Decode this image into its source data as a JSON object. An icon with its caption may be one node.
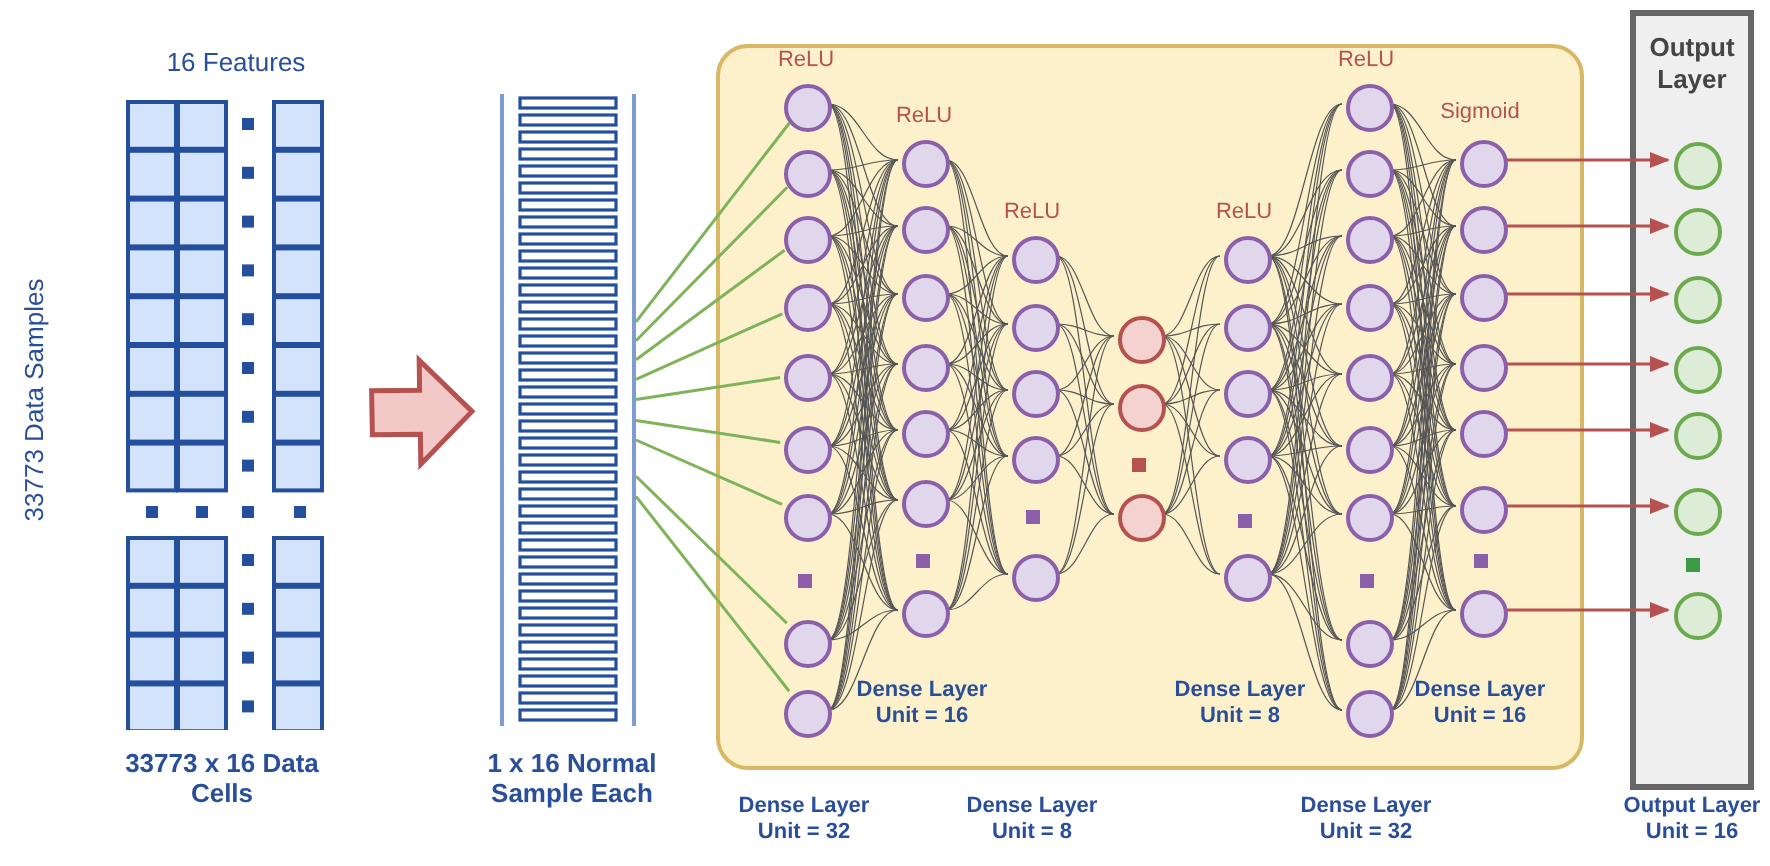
{
  "diagram": {
    "nodes": [
      {
        "text": [],
        "shape": "picture",
        "beside": [
          "16 Features",
          "33773 Data Samples",
          "33773 x 16 Data Cells"
        ]
      },
      {
        "text": [],
        "shape": "bar",
        "beside": [
          "1 x 16 Normal Sample Each"
        ]
      },
      {
        "text": [],
        "shape": "box"
      },
      {
        "text": [],
        "shape": "circle",
        "in": 2
      },
      {
        "text": [],
        "shape": "circle",
        "in": 2
      },
      {
        "text": [],
        "shape": "circle",
        "in": 2
      },
      {
        "text": [],
        "shape": "circle",
        "in": 2
      },
      {
        "text": [],
        "shape": "circle",
        "in": 2
      },
      {
        "text": [],
        "shape": "circle",
        "in": 2
      },
      {
        "text": [],
        "shape": "circle",
        "in": 2
      },
      {
        "text": [],
        "shape": "circle",
        "in": 2
      },
      {
        "text": [],
        "shape": "circle",
        "in": 2
      },
      {
        "text": [],
        "shape": "circle",
        "in": 2
      },
      {
        "text": [],
        "shape": "circle",
        "in": 2
      },
      {
        "text": [],
        "shape": "circle",
        "in": 2
      },
      {
        "text": [],
        "shape": "circle",
        "in": 2
      },
      {
        "text": [],
        "shape": "circle",
        "in": 2
      },
      {
        "text": [],
        "shape": "circle",
        "in": 2
      },
      {
        "text": [],
        "shape": "circle",
        "in": 2
      },
      {
        "text": [],
        "shape": "circle",
        "in": 2
      },
      {
        "text": [],
        "shape": "circle",
        "in": 2
      },
      {
        "text": [],
        "shape": "circle",
        "in": 2
      },
      {
        "text": [],
        "shape": "circle",
        "in": 2
      },
      {
        "text": [],
        "shape": "circle",
        "in": 2
      },
      {
        "text": [],
        "shape": "circle",
        "in": 2
      },
      {
        "text": [],
        "shape": "circle",
        "in": 2
      },
      {
        "text": [],
        "shape": "circle",
        "in": 2
      },
      {
        "text": [],
        "shape": "circle",
        "in": 2
      },
      {
        "text": [],
        "shape": "circle",
        "in": 2
      },
      {
        "text": [],
        "shape": "circle",
        "in": 2
      },
      {
        "text": [],
        "shape": "circle",
        "in": 2
      },
      {
        "text": [],
        "shape": "circle",
        "in": 2
      },
      {
        "text": [],
        "shape": "circle",
        "in": 2
      },
      {
        "text": [],
        "shape": "circle",
        "in": 2
      },
      {
        "text": [],
        "shape": "circle",
        "in": 2
      },
      {
        "text": [],
        "shape": "circle",
        "in": 2
      },
      {
        "text": [],
        "shape": "circle",
        "in": 2
      },
      {
        "text": [],
        "shape": "circle",
        "in": 2
      },
      {
        "text": [],
        "shape": "circle",
        "in": 2
      },
      {
        "text": [],
        "shape": "circle",
        "in": 2
      },
      {
        "text": [],
        "shape": "circle",
        "in": 2
      },
      {
        "text": [],
        "shape": "circle",
        "in": 2
      },
      {
        "text": [],
        "shape": "circle",
        "in": 2
      },
      {
        "text": [],
        "shape": "circle",
        "in": 2
      },
      {
        "text": [],
        "shape": "circle",
        "in": 2
      },
      {
        "text": [],
        "shape": "circle",
        "in": 2
      },
      {
        "text": [],
        "shape": "circle",
        "in": 2
      },
      {
        "text": [],
        "shape": "circle",
        "in": 2
      },
      {
        "text": [
          "Output Layer"
        ]
      },
      {
        "text": [],
        "shape": "circle",
        "in": 48
      },
      {
        "text": [],
        "shape": "circle",
        "in": 48
      },
      {
        "text": [],
        "shape": "circle",
        "in": 48
      },
      {
        "text": [],
        "shape": "circle",
        "in": 48
      },
      {
        "text": [],
        "shape": "circle",
        "in": 48
      },
      {
        "text": [],
        "shape": "circle",
        "in": 48
      },
      {
        "text": [],
        "shape": "circle",
        "in": 48
      }
    ],
    "edges": [
      {
        "from": 0,
        "to": 1,
        "arrow": "to",
        "style": "thick",
        "color": "#b5524f"
      },
      {
        "from": 1,
        "to": 3,
        "arrow": "none",
        "color": "#7fb35a"
      },
      {
        "from": 1,
        "to": 4,
        "arrow": "none",
        "color": "#7fb35a"
      },
      {
        "from": 1,
        "to": 5,
        "arrow": "none",
        "color": "#7fb35a"
      },
      {
        "from": 1,
        "to": 6,
        "arrow": "none",
        "color": "#7fb35a"
      },
      {
        "from": 1,
        "to": 7,
        "arrow": "none",
        "color": "#7fb35a"
      },
      {
        "from": 1,
        "to": 8,
        "arrow": "none",
        "color": "#7fb35a"
      },
      {
        "from": 1,
        "to": 9,
        "arrow": "none",
        "color": "#7fb35a"
      },
      {
        "from": 1,
        "to": 10,
        "arrow": "none",
        "color": "#7fb35a"
      },
      {
        "from": 1,
        "to": 11,
        "arrow": "none",
        "color": "#7fb35a"
      },
      {
        "from": 3,
        "to": 12,
        "arrow": "none"
      },
      {
        "from": 3,
        "to": 13,
        "arrow": "none"
      },
      {
        "from": 3,
        "to": 14,
        "arrow": "none"
      },
      {
        "from": 3,
        "to": 15,
        "arrow": "none"
      },
      {
        "from": 3,
        "to": 16,
        "arrow": "none"
      },
      {
        "from": 3,
        "to": 17,
        "arrow": "none"
      },
      {
        "from": 3,
        "to": 18,
        "arrow": "none"
      },
      {
        "from": 4,
        "to": 12,
        "arrow": "none"
      },
      {
        "from": 4,
        "to": 13,
        "arrow": "none"
      },
      {
        "from": 4,
        "to": 14,
        "arrow": "none"
      },
      {
        "from": 4,
        "to": 15,
        "arrow": "none"
      },
      {
        "from": 4,
        "to": 16,
        "arrow": "none"
      },
      {
        "from": 4,
        "to": 17,
        "arrow": "none"
      },
      {
        "from": 4,
        "to": 18,
        "arrow": "none"
      },
      {
        "from": 5,
        "to": 12,
        "arrow": "none"
      },
      {
        "from": 5,
        "to": 13,
        "arrow": "none"
      },
      {
        "from": 5,
        "to": 14,
        "arrow": "none"
      },
      {
        "from": 5,
        "to": 15,
        "arrow": "none"
      },
      {
        "from": 5,
        "to": 16,
        "arrow": "none"
      },
      {
        "from": 5,
        "to": 17,
        "arrow": "none"
      },
      {
        "from": 5,
        "to": 18,
        "arrow": "none"
      },
      {
        "from": 6,
        "to": 12,
        "arrow": "none"
      },
      {
        "from": 6,
        "to": 13,
        "arrow": "none"
      },
      {
        "from": 6,
        "to": 14,
        "arrow": "none"
      },
      {
        "from": 6,
        "to": 15,
        "arrow": "none"
      },
      {
        "from": 6,
        "to": 16,
        "arrow": "none"
      },
      {
        "from": 6,
        "to": 17,
        "arrow": "none"
      },
      {
        "from": 6,
        "to": 18,
        "arrow": "none"
      },
      {
        "from": 7,
        "to": 12,
        "arrow": "none"
      },
      {
        "from": 7,
        "to": 13,
        "arrow": "none"
      },
      {
        "from": 7,
        "to": 14,
        "arrow": "none"
      },
      {
        "from": 7,
        "to": 15,
        "arrow": "none"
      },
      {
        "from": 7,
        "to": 16,
        "arrow": "none"
      },
      {
        "from": 7,
        "to": 17,
        "arrow": "none"
      },
      {
        "from": 7,
        "to": 18,
        "arrow": "none"
      },
      {
        "from": 8,
        "to": 12,
        "arrow": "none"
      },
      {
        "from": 8,
        "to": 13,
        "arrow": "none"
      },
      {
        "from": 8,
        "to": 14,
        "arrow": "none"
      },
      {
        "from": 8,
        "to": 15,
        "arrow": "none"
      },
      {
        "from": 8,
        "to": 16,
        "arrow": "none"
      },
      {
        "from": 8,
        "to": 17,
        "arrow": "none"
      },
      {
        "from": 8,
        "to": 18,
        "arrow": "none"
      },
      {
        "from": 9,
        "to": 12,
        "arrow": "none"
      },
      {
        "from": 9,
        "to": 13,
        "arrow": "none"
      },
      {
        "from": 9,
        "to": 14,
        "arrow": "none"
      },
      {
        "from": 9,
        "to": 15,
        "arrow": "none"
      },
      {
        "from": 9,
        "to": 16,
        "arrow": "none"
      },
      {
        "from": 9,
        "to": 17,
        "arrow": "none"
      },
      {
        "from": 9,
        "to": 18,
        "arrow": "none"
      },
      {
        "from": 10,
        "to": 12,
        "arrow": "none"
      },
      {
        "from": 10,
        "to": 13,
        "arrow": "none"
      },
      {
        "from": 10,
        "to": 14,
        "arrow": "none"
      },
      {
        "from": 10,
        "to": 15,
        "arrow": "none"
      },
      {
        "from": 10,
        "to": 16,
        "arrow": "none"
      },
      {
        "from": 10,
        "to": 17,
        "arrow": "none"
      },
      {
        "from": 10,
        "to": 18,
        "arrow": "none"
      },
      {
        "from": 11,
        "to": 12,
        "arrow": "none"
      },
      {
        "from": 11,
        "to": 13,
        "arrow": "none"
      },
      {
        "from": 11,
        "to": 14,
        "arrow": "none"
      },
      {
        "from": 11,
        "to": 15,
        "arrow": "none"
      },
      {
        "from": 11,
        "to": 16,
        "arrow": "none"
      },
      {
        "from": 11,
        "to": 17,
        "arrow": "none"
      },
      {
        "from": 11,
        "to": 18,
        "arrow": "none"
      },
      {
        "from": 12,
        "to": 19,
        "arrow": "none"
      },
      {
        "from": 12,
        "to": 20,
        "arrow": "none"
      },
      {
        "from": 12,
        "to": 21,
        "arrow": "none"
      },
      {
        "from": 12,
        "to": 22,
        "arrow": "none"
      },
      {
        "from": 12,
        "to": 23,
        "arrow": "none"
      },
      {
        "from": 13,
        "to": 19,
        "arrow": "none"
      },
      {
        "from": 13,
        "to": 20,
        "arrow": "none"
      },
      {
        "from": 13,
        "to": 21,
        "arrow": "none"
      },
      {
        "from": 13,
        "to": 22,
        "arrow": "none"
      },
      {
        "from": 13,
        "to": 23,
        "arrow": "none"
      },
      {
        "from": 14,
        "to": 19,
        "arrow": "none"
      },
      {
        "from": 14,
        "to": 20,
        "arrow": "none"
      },
      {
        "from": 14,
        "to": 21,
        "arrow": "none"
      },
      {
        "from": 14,
        "to": 22,
        "arrow": "none"
      },
      {
        "from": 14,
        "to": 23,
        "arrow": "none"
      },
      {
        "from": 15,
        "to": 19,
        "arrow": "none"
      },
      {
        "from": 15,
        "to": 20,
        "arrow": "none"
      },
      {
        "from": 15,
        "to": 21,
        "arrow": "none"
      },
      {
        "from": 15,
        "to": 22,
        "arrow": "none"
      },
      {
        "from": 15,
        "to": 23,
        "arrow": "none"
      },
      {
        "from": 16,
        "to": 19,
        "arrow": "none"
      },
      {
        "from": 16,
        "to": 20,
        "arrow": "none"
      },
      {
        "from": 16,
        "to": 21,
        "arrow": "none"
      },
      {
        "from": 16,
        "to": 22,
        "arrow": "none"
      },
      {
        "from": 16,
        "to": 23,
        "arrow": "none"
      },
      {
        "from": 17,
        "to": 19,
        "arrow": "none"
      },
      {
        "from": 17,
        "to": 20,
        "arrow": "none"
      },
      {
        "from": 17,
        "to": 21,
        "arrow": "none"
      },
      {
        "from": 17,
        "to": 22,
        "arrow": "none"
      },
      {
        "from": 17,
        "to": 23,
        "arrow": "none"
      },
      {
        "from": 18,
        "to": 19,
        "arrow": "none"
      },
      {
        "from": 18,
        "to": 20,
        "arrow": "none"
      },
      {
        "from": 18,
        "to": 21,
        "arrow": "none"
      },
      {
        "from": 18,
        "to": 22,
        "arrow": "none"
      },
      {
        "from": 18,
        "to": 23,
        "arrow": "none"
      },
      {
        "from": 19,
        "to": 24,
        "arrow": "none"
      },
      {
        "from": 19,
        "to": 25,
        "arrow": "none"
      },
      {
        "from": 19,
        "to": 26,
        "arrow": "none"
      },
      {
        "from": 20,
        "to": 24,
        "arrow": "none"
      },
      {
        "from": 20,
        "to": 25,
        "arrow": "none"
      },
      {
        "from": 20,
        "to": 26,
        "arrow": "none"
      },
      {
        "from": 21,
        "to": 24,
        "arrow": "none"
      },
      {
        "from": 21,
        "to": 25,
        "arrow": "none"
      },
      {
        "from": 21,
        "to": 26,
        "arrow": "none"
      },
      {
        "from": 22,
        "to": 24,
        "arrow": "none"
      },
      {
        "from": 22,
        "to": 25,
        "arrow": "none"
      },
      {
        "from": 22,
        "to": 26,
        "arrow": "none"
      },
      {
        "from": 23,
        "to": 24,
        "arrow": "none"
      },
      {
        "from": 23,
        "to": 25,
        "arrow": "none"
      },
      {
        "from": 23,
        "to": 26,
        "arrow": "none"
      },
      {
        "from": 24,
        "to": 27,
        "arrow": "none"
      },
      {
        "from": 24,
        "to": 28,
        "arrow": "none"
      },
      {
        "from": 24,
        "to": 29,
        "arrow": "none"
      },
      {
        "from": 24,
        "to": 30,
        "arrow": "none"
      },
      {
        "from": 24,
        "to": 31,
        "arrow": "none"
      },
      {
        "from": 25,
        "to": 27,
        "arrow": "none"
      },
      {
        "from": 25,
        "to": 28,
        "arrow": "none"
      },
      {
        "from": 25,
        "to": 29,
        "arrow": "none"
      },
      {
        "from": 25,
        "to": 30,
        "arrow": "none"
      },
      {
        "from": 25,
        "to": 31,
        "arrow": "none"
      },
      {
        "from": 26,
        "to": 27,
        "arrow": "none"
      },
      {
        "from": 26,
        "to": 28,
        "arrow": "none"
      },
      {
        "from": 26,
        "to": 29,
        "arrow": "none"
      },
      {
        "from": 26,
        "to": 30,
        "arrow": "none"
      },
      {
        "from": 26,
        "to": 31,
        "arrow": "none"
      },
      {
        "from": 27,
        "to": 32,
        "arrow": "none"
      },
      {
        "from": 27,
        "to": 33,
        "arrow": "none"
      },
      {
        "from": 27,
        "to": 34,
        "arrow": "none"
      },
      {
        "from": 27,
        "to": 35,
        "arrow": "none"
      },
      {
        "from": 27,
        "to": 36,
        "arrow": "none"
      },
      {
        "from": 27,
        "to": 37,
        "arrow": "none"
      },
      {
        "from": 27,
        "to": 38,
        "arrow": "none"
      },
      {
        "from": 27,
        "to": 39,
        "arrow": "none"
      },
      {
        "from": 27,
        "to": 40,
        "arrow": "none"
      },
      {
        "from": 28,
        "to": 32,
        "arrow": "none"
      },
      {
        "from": 28,
        "to": 33,
        "arrow": "none"
      },
      {
        "from": 28,
        "to": 34,
        "arrow": "none"
      },
      {
        "from": 28,
        "to": 35,
        "arrow": "none"
      },
      {
        "from": 28,
        "to": 36,
        "arrow": "none"
      },
      {
        "from": 28,
        "to": 37,
        "arrow": "none"
      },
      {
        "from": 28,
        "to": 38,
        "arrow": "none"
      },
      {
        "from": 28,
        "to": 39,
        "arrow": "none"
      },
      {
        "from": 28,
        "to": 40,
        "arrow": "none"
      },
      {
        "from": 29,
        "to": 32,
        "arrow": "none"
      },
      {
        "from": 29,
        "to": 33,
        "arrow": "none"
      },
      {
        "from": 29,
        "to": 34,
        "arrow": "none"
      },
      {
        "from": 29,
        "to": 35,
        "arrow": "none"
      },
      {
        "from": 29,
        "to": 36,
        "arrow": "none"
      },
      {
        "from": 29,
        "to": 37,
        "arrow": "none"
      },
      {
        "from": 29,
        "to": 38,
        "arrow": "none"
      },
      {
        "from": 29,
        "to": 39,
        "arrow": "none"
      },
      {
        "from": 29,
        "to": 40,
        "arrow": "none"
      },
      {
        "from": 30,
        "to": 32,
        "arrow": "none"
      },
      {
        "from": 30,
        "to": 33,
        "arrow": "none"
      },
      {
        "from": 30,
        "to": 34,
        "arrow": "none"
      },
      {
        "from": 30,
        "to": 35,
        "arrow": "none"
      },
      {
        "from": 30,
        "to": 36,
        "arrow": "none"
      },
      {
        "from": 30,
        "to": 37,
        "arrow": "none"
      },
      {
        "from": 30,
        "to": 38,
        "arrow": "none"
      },
      {
        "from": 30,
        "to": 39,
        "arrow": "none"
      },
      {
        "from": 30,
        "to": 40,
        "arrow": "none"
      },
      {
        "from": 31,
        "to": 32,
        "arrow": "none"
      },
      {
        "from": 31,
        "to": 33,
        "arrow": "none"
      },
      {
        "from": 31,
        "to": 34,
        "arrow": "none"
      },
      {
        "from": 31,
        "to": 35,
        "arrow": "none"
      },
      {
        "from": 31,
        "to": 36,
        "arrow": "none"
      },
      {
        "from": 31,
        "to": 37,
        "arrow": "none"
      },
      {
        "from": 31,
        "to": 38,
        "arrow": "none"
      },
      {
        "from": 31,
        "to": 39,
        "arrow": "none"
      },
      {
        "from": 31,
        "to": 40,
        "arrow": "none"
      },
      {
        "from": 32,
        "to": 41,
        "arrow": "none"
      },
      {
        "from": 32,
        "to": 42,
        "arrow": "none"
      },
      {
        "from": 32,
        "to": 43,
        "arrow": "none"
      },
      {
        "from": 32,
        "to": 44,
        "arrow": "none"
      },
      {
        "from": 32,
        "to": 45,
        "arrow": "none"
      },
      {
        "from": 32,
        "to": 46,
        "arrow": "none"
      },
      {
        "from": 32,
        "to": 47,
        "arrow": "none"
      },
      {
        "from": 33,
        "to": 41,
        "arrow": "none"
      },
      {
        "from": 33,
        "to": 42,
        "arrow": "none"
      },
      {
        "from": 33,
        "to": 43,
        "arrow": "none"
      },
      {
        "from": 33,
        "to": 44,
        "arrow": "none"
      },
      {
        "from": 33,
        "to": 45,
        "arrow": "none"
      },
      {
        "from": 33,
        "to": 46,
        "arrow": "none"
      },
      {
        "from": 33,
        "to": 47,
        "arrow": "none"
      },
      {
        "from": 34,
        "to": 41,
        "arrow": "none"
      },
      {
        "from": 34,
        "to": 42,
        "arrow": "none"
      },
      {
        "from": 34,
        "to": 43,
        "arrow": "none"
      },
      {
        "from": 34,
        "to": 44,
        "arrow": "none"
      },
      {
        "from": 34,
        "to": 45,
        "arrow": "none"
      },
      {
        "from": 34,
        "to": 46,
        "arrow": "none"
      },
      {
        "from": 34,
        "to": 47,
        "arrow": "none"
      },
      {
        "from": 35,
        "to": 41,
        "arrow": "none"
      },
      {
        "from": 35,
        "to": 42,
        "arrow": "none"
      },
      {
        "from": 35,
        "to": 43,
        "arrow": "none"
      },
      {
        "from": 35,
        "to": 44,
        "arrow": "none"
      },
      {
        "from": 35,
        "to": 45,
        "arrow": "none"
      },
      {
        "from": 35,
        "to": 46,
        "arrow": "none"
      },
      {
        "from": 35,
        "to": 47,
        "arrow": "none"
      },
      {
        "from": 36,
        "to": 41,
        "arrow": "none"
      },
      {
        "from": 36,
        "to": 42,
        "arrow": "none"
      },
      {
        "from": 36,
        "to": 43,
        "arrow": "none"
      },
      {
        "from": 36,
        "to": 44,
        "arrow": "none"
      },
      {
        "from": 36,
        "to": 45,
        "arrow": "none"
      },
      {
        "from": 36,
        "to": 46,
        "arrow": "none"
      },
      {
        "from": 36,
        "to": 47,
        "arrow": "none"
      },
      {
        "from": 37,
        "to": 41,
        "arrow": "none"
      },
      {
        "from": 37,
        "to": 42,
        "arrow": "none"
      },
      {
        "from": 37,
        "to": 43,
        "arrow": "none"
      },
      {
        "from": 37,
        "to": 44,
        "arrow": "none"
      },
      {
        "from": 37,
        "to": 45,
        "arrow": "none"
      },
      {
        "from": 37,
        "to": 46,
        "arrow": "none"
      },
      {
        "from": 37,
        "to": 47,
        "arrow": "none"
      },
      {
        "from": 38,
        "to": 41,
        "arrow": "none"
      },
      {
        "from": 38,
        "to": 42,
        "arrow": "none"
      },
      {
        "from": 38,
        "to": 43,
        "arrow": "none"
      },
      {
        "from": 38,
        "to": 44,
        "arrow": "none"
      },
      {
        "from": 38,
        "to": 45,
        "arrow": "none"
      },
      {
        "from": 38,
        "to": 46,
        "arrow": "none"
      },
      {
        "from": 38,
        "to": 47,
        "arrow": "none"
      },
      {
        "from": 39,
        "to": 41,
        "arrow": "none"
      },
      {
        "from": 39,
        "to": 42,
        "arrow": "none"
      },
      {
        "from": 39,
        "to": 43,
        "arrow": "none"
      },
      {
        "from": 39,
        "to": 44,
        "arrow": "none"
      },
      {
        "from": 39,
        "to": 45,
        "arrow": "none"
      },
      {
        "from": 39,
        "to": 46,
        "arrow": "none"
      },
      {
        "from": 39,
        "to": 47,
        "arrow": "none"
      },
      {
        "from": 40,
        "to": 41,
        "arrow": "none"
      },
      {
        "from": 40,
        "to": 42,
        "arrow": "none"
      },
      {
        "from": 40,
        "to": 43,
        "arrow": "none"
      },
      {
        "from": 40,
        "to": 44,
        "arrow": "none"
      },
      {
        "from": 40,
        "to": 45,
        "arrow": "none"
      },
      {
        "from": 40,
        "to": 46,
        "arrow": "none"
      },
      {
        "from": 40,
        "to": 47,
        "arrow": "none"
      },
      {
        "from": 41,
        "to": 49,
        "arrow": "to",
        "color": "#b5524f"
      },
      {
        "from": 42,
        "to": 50,
        "arrow": "to",
        "color": "#b5524f"
      },
      {
        "from": 43,
        "to": 51,
        "arrow": "to",
        "color": "#b5524f"
      },
      {
        "from": 44,
        "to": 52,
        "arrow": "to",
        "color": "#b5524f"
      },
      {
        "from": 45,
        "to": 53,
        "arrow": "to",
        "color": "#b5524f"
      },
      {
        "from": 46,
        "to": 54,
        "arrow": "to",
        "color": "#b5524f"
      },
      {
        "from": 47,
        "to": 55,
        "arrow": "to",
        "color": "#b5524f"
      }
    ],
    "labels": [
      "ReLU",
      "ReLU",
      "ReLU",
      "ReLU",
      "ReLU",
      "Sigmoid",
      "Dense Layer Unit = 16",
      "Dense Layer Unit = 8",
      "Dense Layer Unit = 16",
      "Dense Layer Unit = 32",
      "Dense Layer Unit = 8",
      "Dense Layer Unit = 32",
      "Output Layer Unit = 16"
    ]
  }
}
